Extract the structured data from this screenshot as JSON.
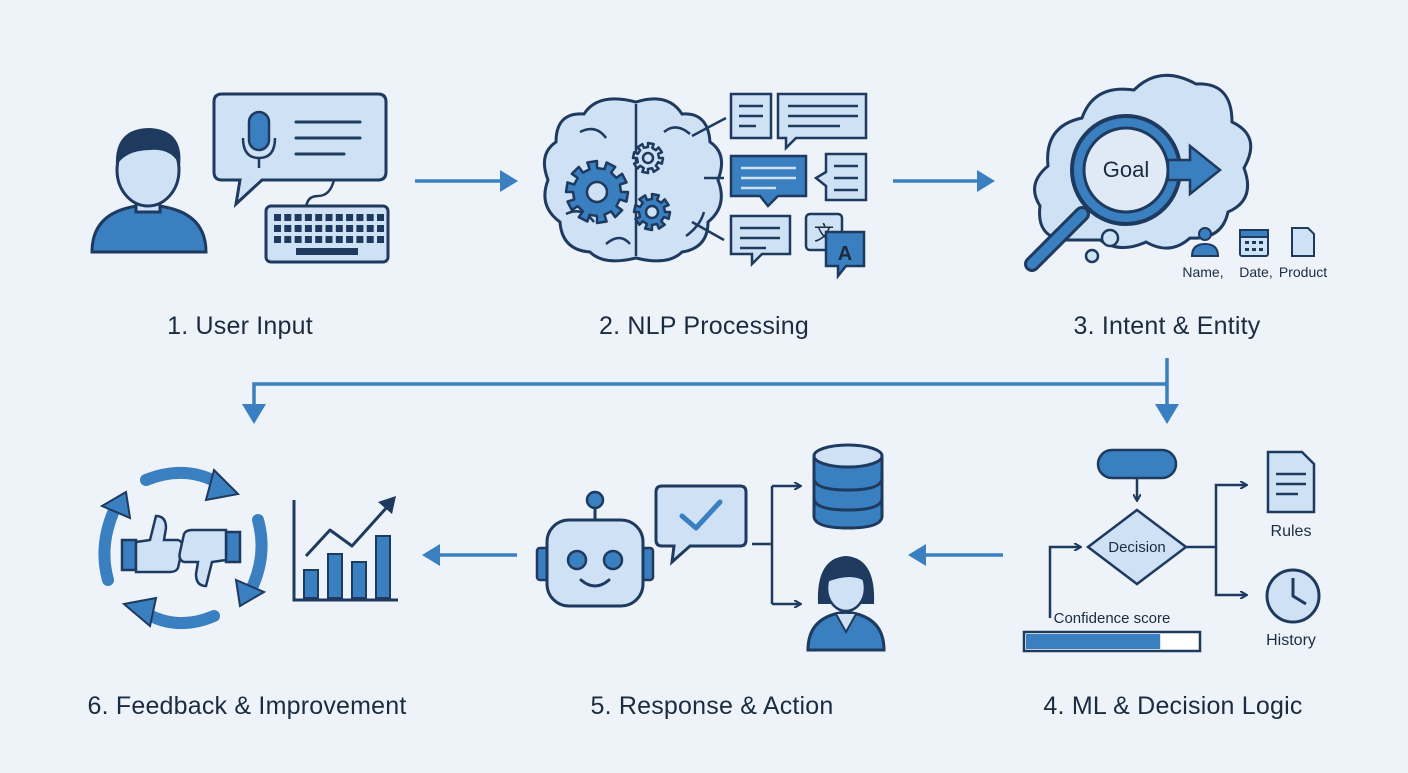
{
  "steps": [
    {
      "label": "1. User Input"
    },
    {
      "label": "2. NLP Processing"
    },
    {
      "label": "3. Intent & Entity"
    },
    {
      "label": "4. ML & Decision Logic"
    },
    {
      "label": "5. Response & Action"
    },
    {
      "label": "6. Feedback & Improvement"
    }
  ],
  "intent": {
    "goal_label": "Goal",
    "entities": [
      "Name,",
      "Date,",
      "Product"
    ]
  },
  "decision": {
    "node_label": "Decision",
    "confidence_label": "Confidence score",
    "confidence_level": 0.78,
    "branches": [
      "Rules",
      "History"
    ]
  },
  "colors": {
    "primary": "#3a7fc0",
    "stroke": "#1e3a5f",
    "fill_light": "#cfe2f5",
    "background": "#edf3f9"
  }
}
